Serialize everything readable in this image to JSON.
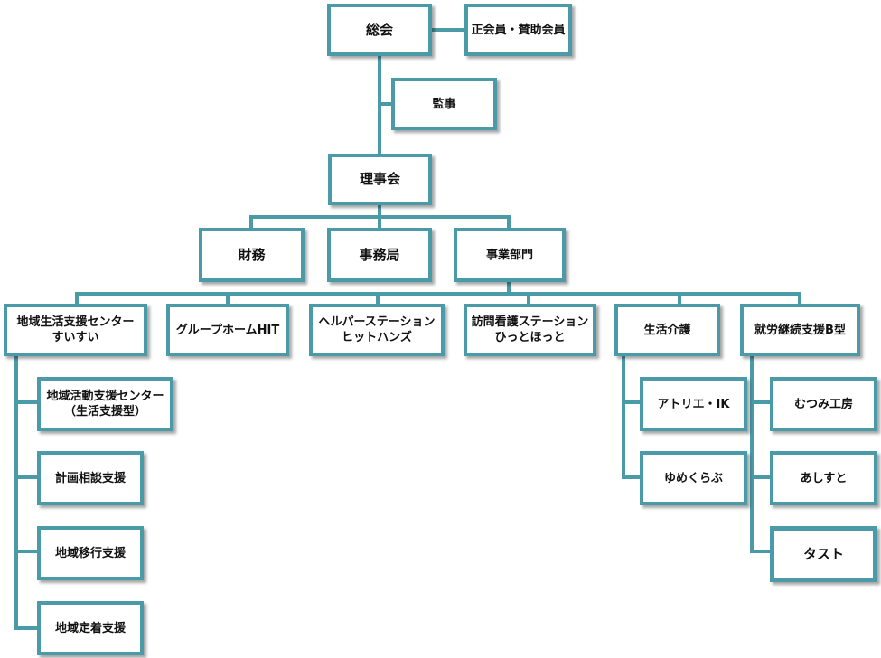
{
  "colors": {
    "line": "#4a9aa8",
    "border": "#4a9aa8",
    "text": "#111111",
    "background": "#ffffff"
  },
  "nodes": {
    "sokai": "総会",
    "members": "正会員・賛助会員",
    "kanji": "監事",
    "rijikai": "理事会",
    "zaimu": "財務",
    "jimukyoku": "事務局",
    "jigyobumon": "事業部門",
    "suisui": "地域生活支援センター\nすいすい",
    "group_home": "グループホームHIT",
    "helper": "ヘルパーステーション\nヒットハンズ",
    "houmon": "訪問看護ステーション\nひっとほっと",
    "seikatsu_kaigo": "生活介護",
    "shurou": "就労継続支援B型",
    "katsudo": "地域活動支援センター\n（生活支援型）",
    "keikaku": "計画相談支援",
    "iko": "地域移行支援",
    "teichaku": "地域定着支援",
    "atelier": "アトリエ・IK",
    "yumeclub": "ゆめくらぶ",
    "mutsumi": "むつみ工房",
    "ashisuto": "あしすと",
    "tasuto": "タスト"
  }
}
